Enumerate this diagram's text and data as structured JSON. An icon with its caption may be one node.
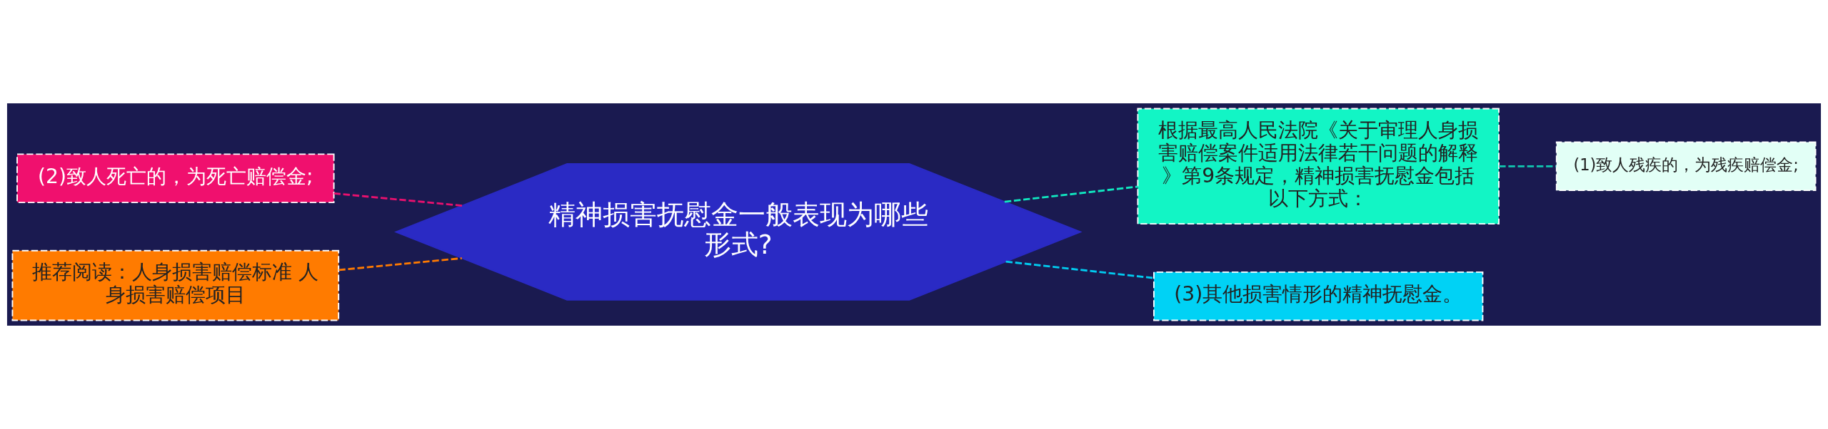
{
  "diagram": {
    "nodes": [
      {
        "text": [
          "精神损害抚慰金一般表现为哪些形式?"
        ]
      },
      {
        "text": [
          "(2)致人死亡的，为死亡赔偿金;"
        ]
      },
      {
        "text": [
          "推荐阅读：人身损害赔偿标准 人身损害赔偿项目"
        ]
      },
      {
        "text": [
          "根据最高人民法院《关于审理人身损害赔偿案件适用法律若干问题的解释》第9条规定，精神损害抚慰金包括以下方式："
        ]
      },
      {
        "text": [
          "(1)致人残疾的，为残疾赔偿金;"
        ]
      },
      {
        "text": [
          "(3)其他损害情形的精神抚慰金。"
        ]
      }
    ],
    "edges": [
      {
        "from": 0,
        "to": 1,
        "arrow": "none",
        "style": "dashed",
        "color": "#e8106e"
      },
      {
        "from": 0,
        "to": 2,
        "arrow": "none",
        "style": "dashed",
        "color": "#ff7a00"
      },
      {
        "from": 0,
        "to": 3,
        "arrow": "none",
        "style": "dashed",
        "color": "#10e8c0"
      },
      {
        "from": 3,
        "to": 4,
        "arrow": "none",
        "style": "dashed",
        "color": "#10c8b0"
      },
      {
        "from": 0,
        "to": 5,
        "arrow": "none",
        "style": "dashed",
        "color": "#00ccf0"
      }
    ]
  }
}
